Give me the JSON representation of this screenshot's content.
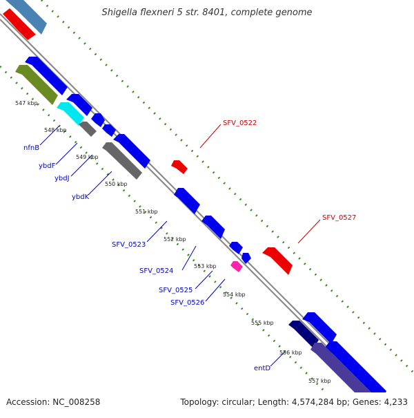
{
  "title": "Shigella flexneri 5 str. 8401, complete genome",
  "accession": "Accession: NC_008258",
  "topology": "Topology: circular; Length: 4,574,284 bp; Genes: 4,233",
  "colors": {
    "backbone": "#9a9a9a",
    "forward_gene": "#0000ee",
    "rRNA_like": "#ff0000",
    "label_blue": "#0000cc",
    "label_red": "#cc0000",
    "tick_green": "#3a8a1a"
  },
  "kbp_labels": [
    "547 kbp",
    "548 kbp",
    "549 kbp",
    "550 kbp",
    "551 kbp",
    "552 kbp",
    "553 kbp",
    "554 kbp",
    "555 kbp",
    "556 kbp",
    "557 kbp"
  ],
  "gene_labels": {
    "nfnB": "nfnB",
    "ybdF": "ybdF",
    "ybdJ": "ybdJ",
    "ybdK": "ybdK",
    "SFV_0523": "SFV_0523",
    "SFV_0524": "SFV_0524",
    "SFV_0525": "SFV_0525",
    "SFV_0526": "SFV_0526",
    "entD": "entD",
    "SFV_0522": "SFV_0522",
    "SFV_0527": "SFV_0527"
  }
}
